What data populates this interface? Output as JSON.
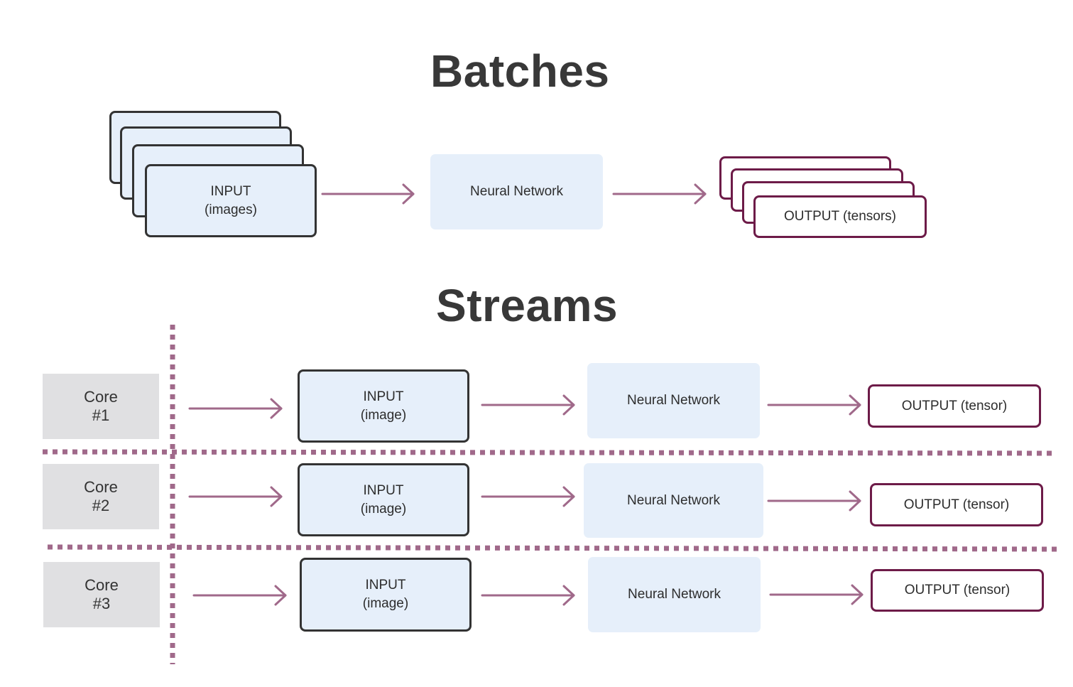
{
  "batches": {
    "title": "Batches",
    "input_label": "INPUT\n(images)",
    "network_label": "Neural Network",
    "output_label": "OUTPUT (tensors)"
  },
  "streams": {
    "title": "Streams",
    "rows": [
      {
        "core": "Core\n#1",
        "input": "INPUT\n(image)",
        "network": "Neural Network",
        "output": "OUTPUT (tensor)"
      },
      {
        "core": "Core\n#2",
        "input": "INPUT\n(image)",
        "network": "Neural Network",
        "output": "OUTPUT (tensor)"
      },
      {
        "core": "Core\n#3",
        "input": "INPUT\n(image)",
        "network": "Neural Network",
        "output": "OUTPUT (tensor)"
      }
    ]
  },
  "colors": {
    "input_fill": "#e6effa",
    "input_border": "#333333",
    "output_border": "#6d1b48",
    "arrow": "#a0698a",
    "divider": "#a0698a",
    "core_fill": "#e0e0e2"
  }
}
